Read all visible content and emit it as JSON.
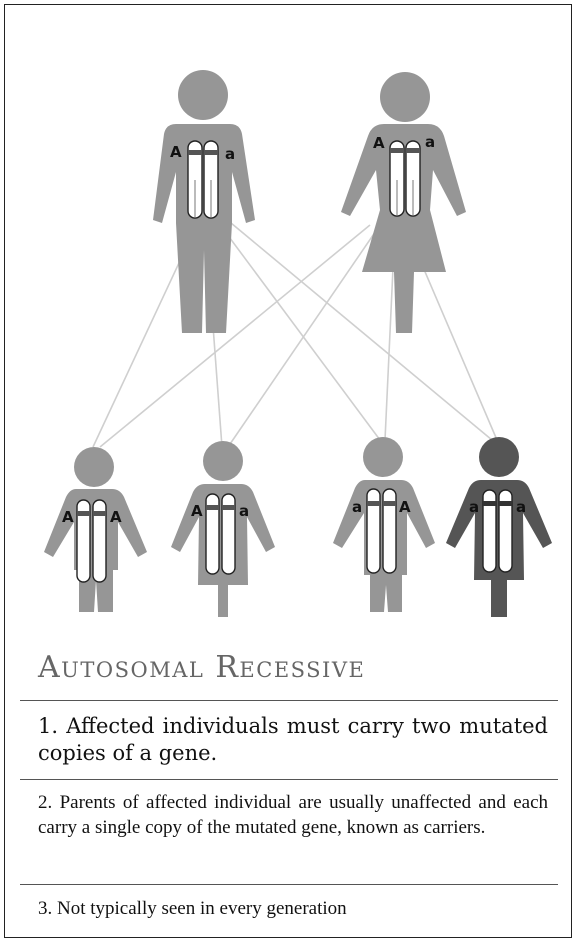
{
  "title": "Autosomal Recessive",
  "colors": {
    "figure_unaffected": "#969696",
    "figure_affected": "#555555",
    "connector_line": "#cfcfcf",
    "title_text": "#666666"
  },
  "people": [
    {
      "id": "father",
      "generation": "parent",
      "sex": "male",
      "affected": false,
      "alleles": [
        "A",
        "a"
      ]
    },
    {
      "id": "mother",
      "generation": "parent",
      "sex": "female",
      "affected": false,
      "alleles": [
        "A",
        "a"
      ]
    },
    {
      "id": "child1",
      "generation": "offspring",
      "affected": false,
      "alleles": [
        "A",
        "A"
      ]
    },
    {
      "id": "child2",
      "generation": "offspring",
      "affected": false,
      "alleles": [
        "A",
        "a"
      ]
    },
    {
      "id": "child3",
      "generation": "offspring",
      "affected": false,
      "alleles": [
        "a",
        "A"
      ]
    },
    {
      "id": "child4",
      "generation": "offspring",
      "affected": true,
      "alleles": [
        "a",
        "a"
      ]
    }
  ],
  "notes": [
    "1. Affected individuals must carry two mutated copies of a gene.",
    "2. Parents of affected individual are usually unaffected and each carry a single copy of the mutated gene, known as carriers.",
    "3. Not typically seen in every generation"
  ]
}
